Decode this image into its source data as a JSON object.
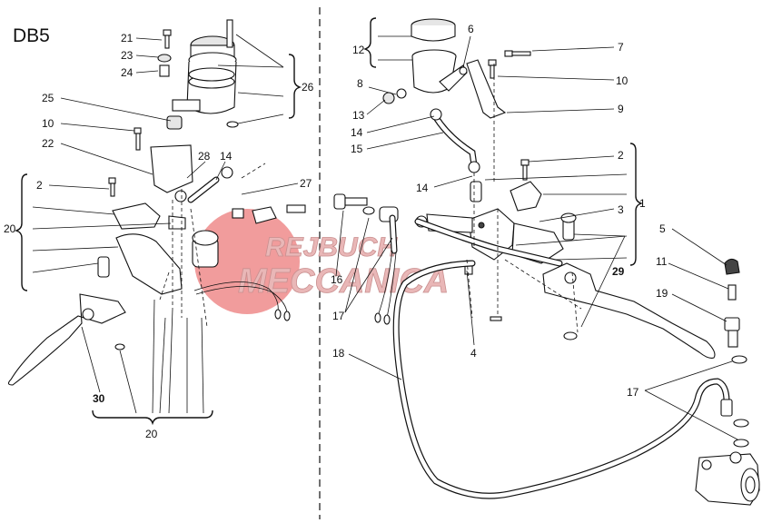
{
  "title": "DB5",
  "watermark": {
    "line1": "REJBUCH",
    "line2": "MECCANICA",
    "color": "#e53b3b"
  },
  "callouts": {
    "l21": "21",
    "l23": "23",
    "l24": "24",
    "l25": "25",
    "l10a": "10",
    "l22": "22",
    "l28": "28",
    "l14a": "14",
    "l27": "27",
    "l2a": "2",
    "l20a": "20",
    "l26": "26",
    "l30": "30",
    "l20b": "20",
    "l12": "12",
    "l6": "6",
    "l7": "7",
    "l8": "8",
    "l10b": "10",
    "l13": "13",
    "l9": "9",
    "l14b": "14",
    "l15": "15",
    "l2b": "2",
    "l14c": "14",
    "l1": "1",
    "l3": "3",
    "l5": "5",
    "l11": "11",
    "l16": "16",
    "l29": "29",
    "l19": "19",
    "l17a": "17",
    "l4": "4",
    "l18": "18",
    "l17b": "17"
  }
}
